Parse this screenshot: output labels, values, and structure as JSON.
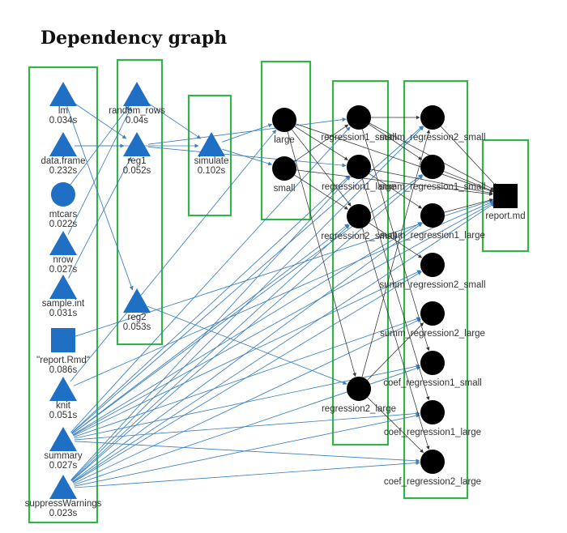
{
  "title": "Dependency graph",
  "colors": {
    "import_node": "#1f6fc5",
    "target_node": "#000000",
    "cluster_border": "#33b34a",
    "edge_from_import": "#3a7fc1",
    "edge_between_targets": "#333333"
  },
  "nodes": [
    {
      "id": "lm",
      "label": "lm",
      "time": "0.034s",
      "shape": "triangle",
      "color": "blue"
    },
    {
      "id": "data.frame",
      "label": "data.frame",
      "time": "0.232s",
      "shape": "triangle",
      "color": "blue"
    },
    {
      "id": "mtcars",
      "label": "mtcars",
      "time": "0.022s",
      "shape": "circle",
      "color": "blue"
    },
    {
      "id": "nrow",
      "label": "nrow",
      "time": "0.027s",
      "shape": "triangle",
      "color": "blue"
    },
    {
      "id": "sample.int",
      "label": "sample.int",
      "time": "0.031s",
      "shape": "triangle",
      "color": "blue"
    },
    {
      "id": "report.Rmd",
      "label": "\"report.Rmd\"",
      "time": "0.086s",
      "shape": "square",
      "color": "blue"
    },
    {
      "id": "knit",
      "label": "knit",
      "time": "0.051s",
      "shape": "triangle",
      "color": "blue"
    },
    {
      "id": "summary",
      "label": "summary",
      "time": "0.027s",
      "shape": "triangle",
      "color": "blue"
    },
    {
      "id": "suppressWarnings",
      "label": "suppressWarnings",
      "time": "0.023s",
      "shape": "triangle",
      "color": "blue"
    },
    {
      "id": "random_rows",
      "label": "random_rows",
      "time": "0.04s",
      "shape": "triangle",
      "color": "blue"
    },
    {
      "id": "reg1",
      "label": "reg1",
      "time": "0.052s",
      "shape": "triangle",
      "color": "blue"
    },
    {
      "id": "reg2",
      "label": "reg2",
      "time": "0.053s",
      "shape": "triangle",
      "color": "blue"
    },
    {
      "id": "simulate",
      "label": "simulate",
      "time": "0.102s",
      "shape": "triangle",
      "color": "blue"
    },
    {
      "id": "large",
      "label": "large",
      "time": "",
      "shape": "circle",
      "color": "black"
    },
    {
      "id": "small",
      "label": "small",
      "time": "",
      "shape": "circle",
      "color": "black"
    },
    {
      "id": "regression1_small",
      "label": "regression1_small",
      "time": "",
      "shape": "circle",
      "color": "black"
    },
    {
      "id": "regression1_large",
      "label": "regression1_large",
      "time": "",
      "shape": "circle",
      "color": "black"
    },
    {
      "id": "regression2_small",
      "label": "regression2_small",
      "time": "",
      "shape": "circle",
      "color": "black"
    },
    {
      "id": "regression2_large",
      "label": "regression2_large",
      "time": "",
      "shape": "circle",
      "color": "black"
    },
    {
      "id": "summ_regression2_small",
      "label": "summ_regression2_small",
      "time": "",
      "shape": "circle",
      "color": "black"
    },
    {
      "id": "summ_regression1_small",
      "label": "summ_regression1_small",
      "time": "",
      "shape": "circle",
      "color": "black"
    },
    {
      "id": "summ_regression1_large",
      "label": "summ_regression1_large",
      "time": "",
      "shape": "circle",
      "color": "black"
    },
    {
      "id": "summ_regression2_small_b",
      "label": "summ_regression2_small",
      "time": "",
      "shape": "circle",
      "color": "black"
    },
    {
      "id": "summ_regression2_large",
      "label": "summ_regression2_large",
      "time": "",
      "shape": "circle",
      "color": "black"
    },
    {
      "id": "coef_regression1_small",
      "label": "coef_regression1_small",
      "time": "",
      "shape": "circle",
      "color": "black"
    },
    {
      "id": "coef_regression1_large",
      "label": "coef_regression1_large",
      "time": "",
      "shape": "circle",
      "color": "black"
    },
    {
      "id": "coef_regression2_large",
      "label": "coef_regression2_large",
      "time": "",
      "shape": "circle",
      "color": "black"
    },
    {
      "id": "report.md",
      "label": "report.md",
      "time": "",
      "shape": "square",
      "color": "black"
    }
  ],
  "edges": [
    [
      "lm",
      "reg1"
    ],
    [
      "lm",
      "reg2"
    ],
    [
      "data.frame",
      "simulate"
    ],
    [
      "data.frame",
      "reg1"
    ],
    [
      "mtcars",
      "random_rows"
    ],
    [
      "nrow",
      "random_rows"
    ],
    [
      "sample.int",
      "reg1"
    ],
    [
      "report.Rmd",
      "report.md"
    ],
    [
      "knit",
      "report.md"
    ],
    [
      "summary",
      "summ_regression2_small"
    ],
    [
      "summary",
      "summ_regression1_small"
    ],
    [
      "summary",
      "summ_regression1_large"
    ],
    [
      "summary",
      "summ_regression2_small_b"
    ],
    [
      "summary",
      "summ_regression2_large"
    ],
    [
      "summary",
      "coef_regression1_small"
    ],
    [
      "summary",
      "coef_regression1_large"
    ],
    [
      "summary",
      "coef_regression2_large"
    ],
    [
      "suppressWarnings",
      "summ_regression2_small"
    ],
    [
      "suppressWarnings",
      "summ_regression1_small"
    ],
    [
      "suppressWarnings",
      "summ_regression1_large"
    ],
    [
      "suppressWarnings",
      "summ_regression2_small_b"
    ],
    [
      "suppressWarnings",
      "summ_regression2_large"
    ],
    [
      "suppressWarnings",
      "coef_regression1_small"
    ],
    [
      "suppressWarnings",
      "coef_regression1_large"
    ],
    [
      "suppressWarnings",
      "coef_regression2_large"
    ],
    [
      "summary",
      "regression1_small"
    ],
    [
      "summary",
      "regression1_large"
    ],
    [
      "summary",
      "regression2_small"
    ],
    [
      "summary",
      "report.md"
    ],
    [
      "suppressWarnings",
      "report.md"
    ],
    [
      "suppressWarnings",
      "regression1_large"
    ],
    [
      "suppressWarnings",
      "regression2_small"
    ],
    [
      "knit",
      "large"
    ],
    [
      "random_rows",
      "simulate"
    ],
    [
      "reg1",
      "regression1_small"
    ],
    [
      "reg1",
      "regression1_large"
    ],
    [
      "reg2",
      "regression2_large"
    ],
    [
      "simulate",
      "large"
    ],
    [
      "simulate",
      "small"
    ],
    [
      "large",
      "regression1_large"
    ],
    [
      "large",
      "regression2_small"
    ],
    [
      "large",
      "regression2_large"
    ],
    [
      "small",
      "regression1_small"
    ],
    [
      "small",
      "regression2_small"
    ],
    [
      "small",
      "report.md"
    ],
    [
      "large",
      "report.md"
    ],
    [
      "regression1_small",
      "summ_regression2_small"
    ],
    [
      "regression1_small",
      "summ_regression1_small"
    ],
    [
      "regression1_small",
      "coef_regression1_small"
    ],
    [
      "regression1_large",
      "summ_regression1_large"
    ],
    [
      "regression1_large",
      "coef_regression1_large"
    ],
    [
      "regression2_small",
      "summ_regression2_small_b"
    ],
    [
      "regression2_small",
      "coef_regression2_large"
    ],
    [
      "regression2_large",
      "summ_regression2_large"
    ],
    [
      "regression2_large",
      "coef_regression2_large"
    ],
    [
      "regression2_large",
      "summ_regression2_small"
    ],
    [
      "summ_regression2_small",
      "report.md"
    ],
    [
      "summ_regression1_small",
      "report.md"
    ],
    [
      "summ_regression1_large",
      "report.md"
    ],
    [
      "regression1_small",
      "report.md"
    ],
    [
      "regression1_large",
      "report.md"
    ]
  ]
}
